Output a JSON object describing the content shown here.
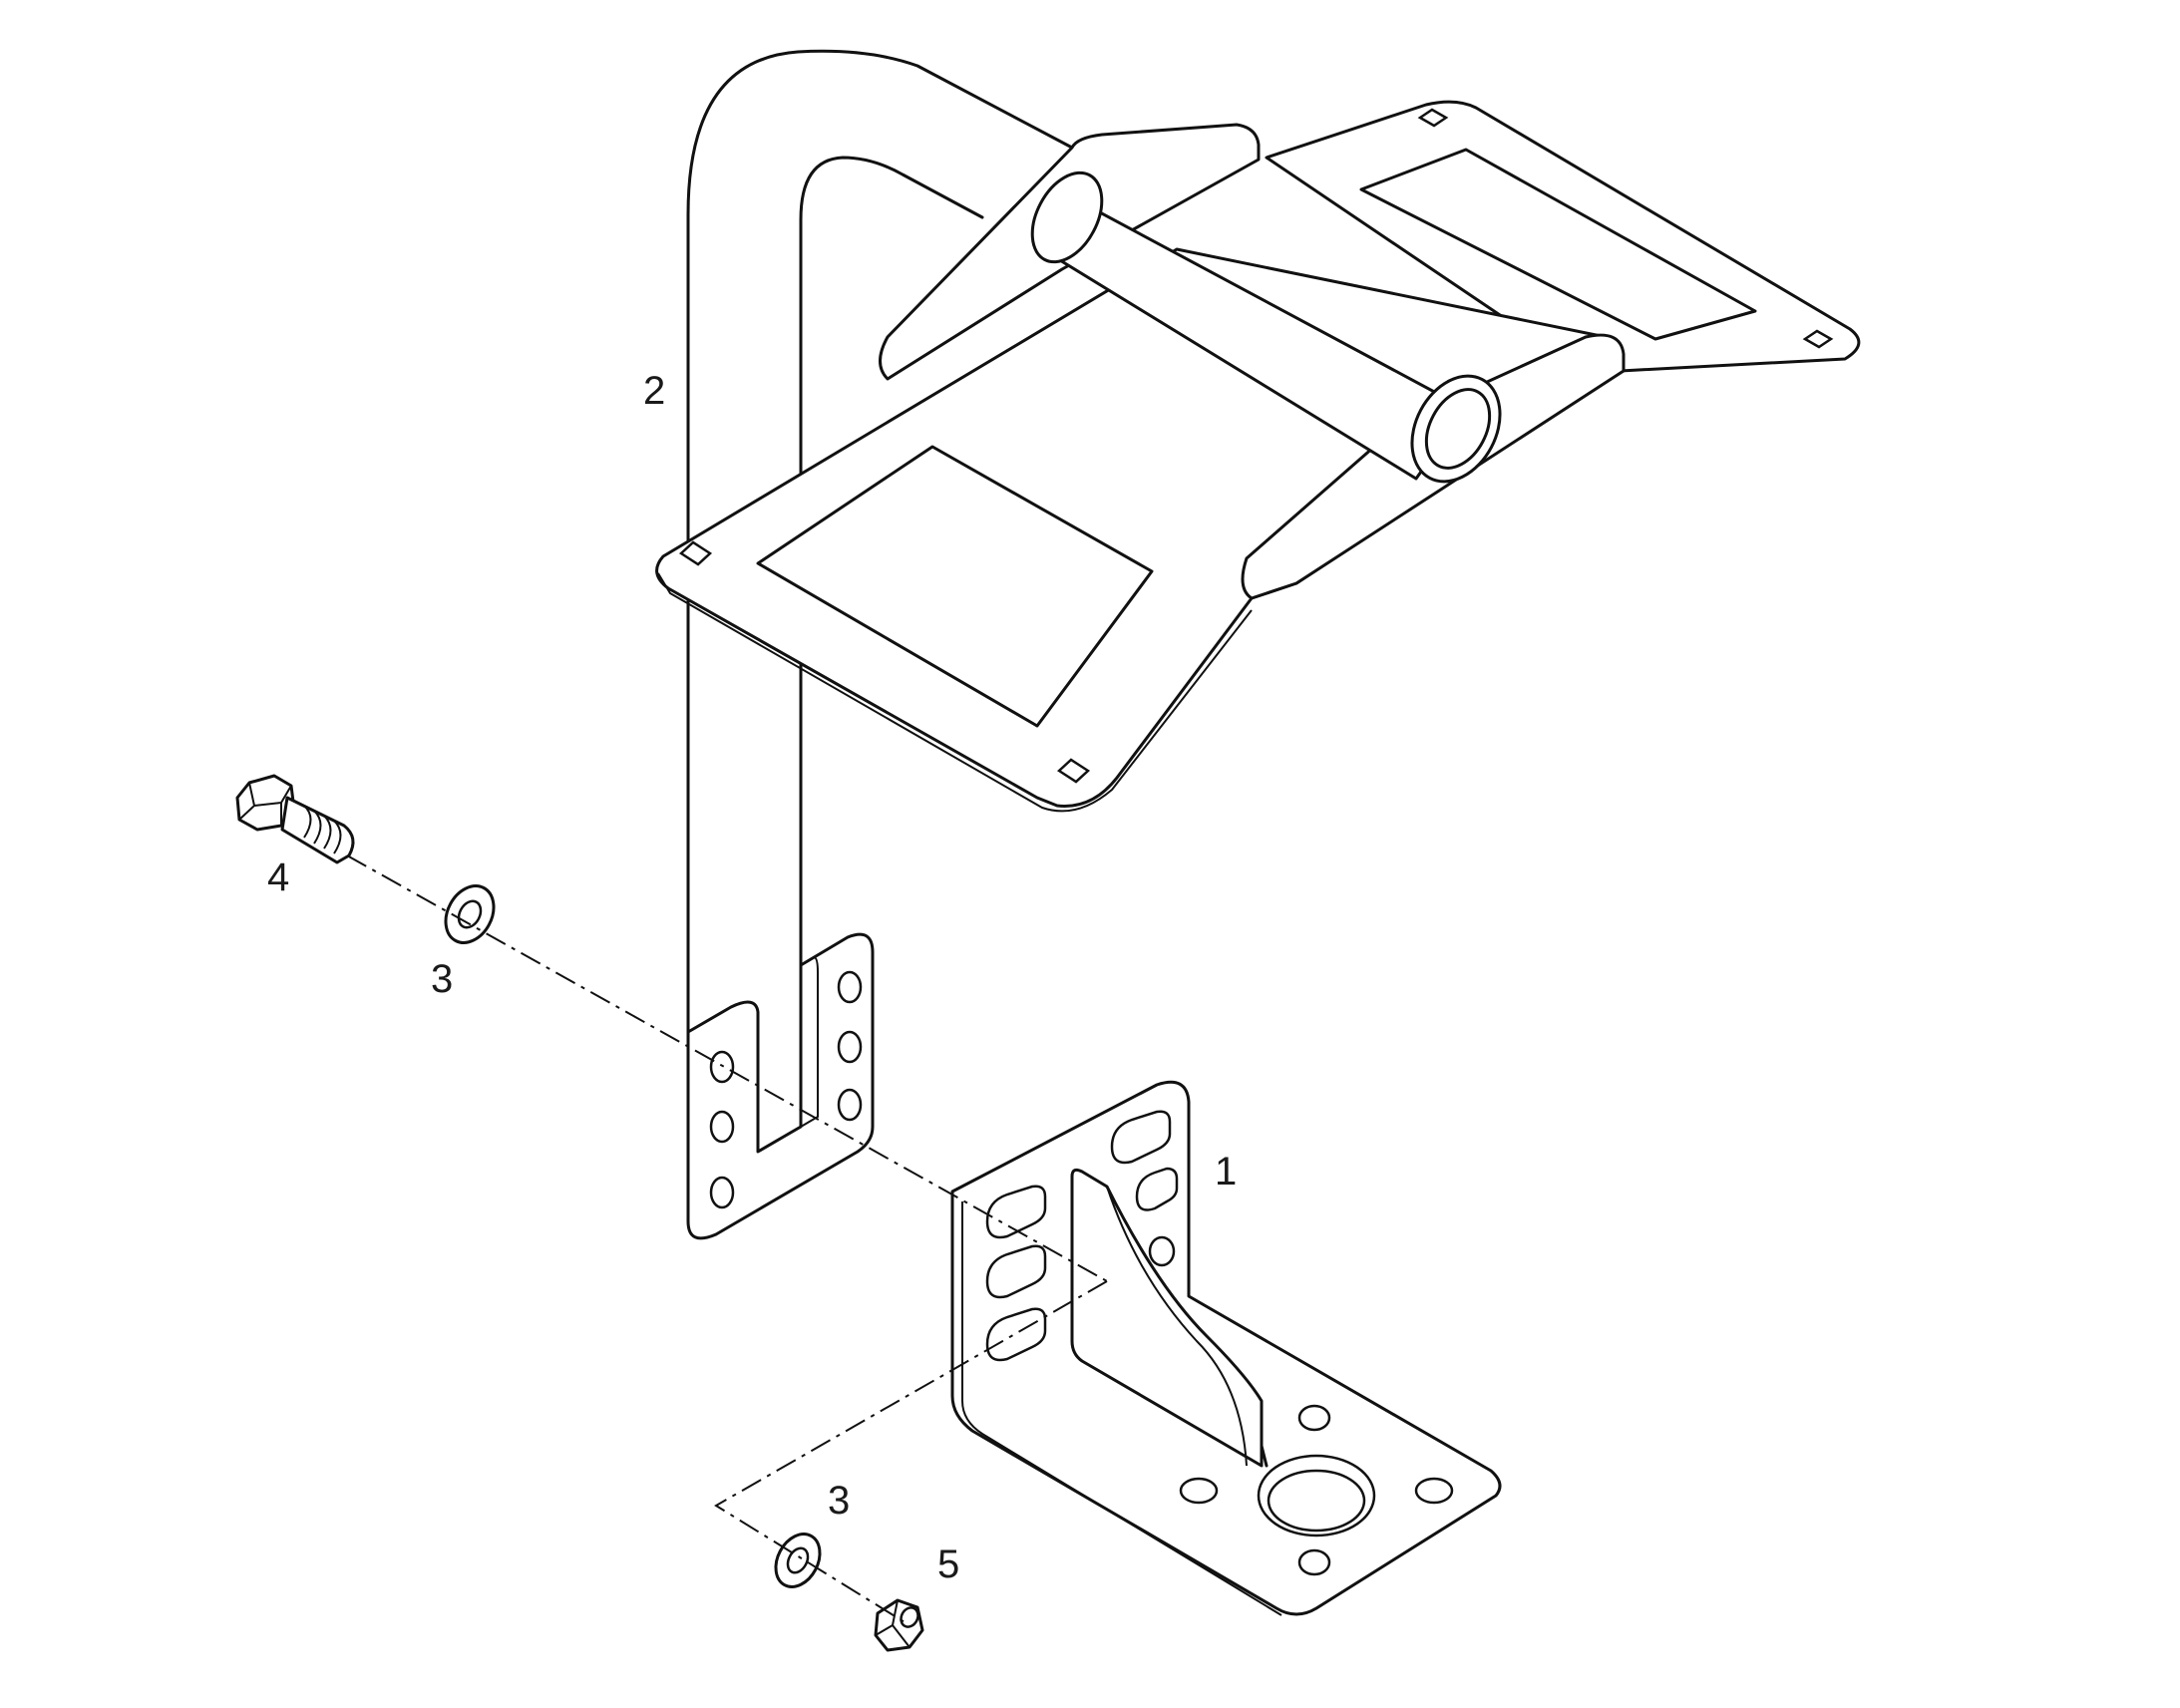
{
  "callouts": {
    "c1": "1",
    "c2": "2",
    "c3a": "3",
    "c3b": "3",
    "c4": "4",
    "c5": "5"
  },
  "colors": {
    "line": "#111111",
    "background": "#ffffff"
  }
}
